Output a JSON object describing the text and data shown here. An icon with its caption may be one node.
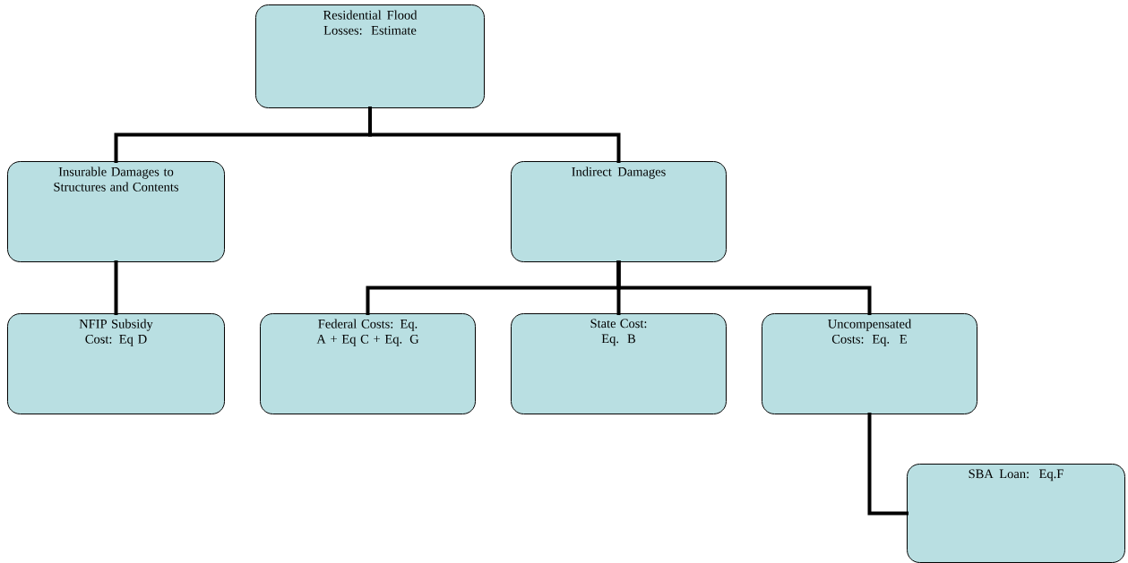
{
  "diagram": {
    "nodes": [
      {
        "text": [
          "Residential Flood Losses: Estimate"
        ]
      },
      {
        "text": [
          "Insurable Damages to Structures and Contents"
        ]
      },
      {
        "text": [
          "Indirect Damages"
        ]
      },
      {
        "text": [
          "NFIP Subsidy Cost: Eq D"
        ]
      },
      {
        "text": [
          "Federal Costs: Eq. A + Eq C  + Eq. G"
        ]
      },
      {
        "text": [
          "State Cost: Eq. B"
        ]
      },
      {
        "text": [
          "Uncompensated Costs: Eq. E"
        ]
      },
      {
        "text": [
          "SBA Loan: Eq.F"
        ]
      }
    ],
    "edges": [
      {
        "from": 0,
        "to": 1,
        "arrow": "none"
      },
      {
        "from": 0,
        "to": 2,
        "arrow": "none"
      },
      {
        "from": 1,
        "to": 3,
        "arrow": "none"
      },
      {
        "from": 2,
        "to": 4,
        "arrow": "none"
      },
      {
        "from": 2,
        "to": 5,
        "arrow": "none"
      },
      {
        "from": 2,
        "to": 6,
        "arrow": "none"
      },
      {
        "from": 6,
        "to": 7,
        "arrow": "none"
      }
    ]
  }
}
